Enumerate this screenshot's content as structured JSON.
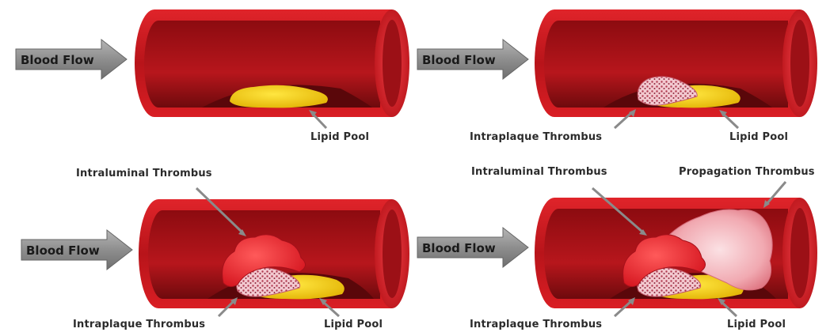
{
  "panels": [
    {
      "blood_flow": "Blood Flow",
      "labels": {
        "lipid_pool": "Lipid Pool"
      }
    },
    {
      "blood_flow": "Blood Flow",
      "labels": {
        "intraplaque": "Intraplaque Thrombus",
        "lipid_pool": "Lipid Pool"
      }
    },
    {
      "blood_flow": "Blood Flow",
      "labels": {
        "intraluminal": "Intraluminal Thrombus",
        "intraplaque": "Intraplaque Thrombus",
        "lipid_pool": "Lipid Pool"
      }
    },
    {
      "blood_flow": "Blood Flow",
      "labels": {
        "intraluminal": "Intraluminal Thrombus",
        "propagation": "Propagation Thrombus",
        "intraplaque": "Intraplaque Thrombus",
        "lipid_pool": "Lipid Pool"
      }
    }
  ]
}
